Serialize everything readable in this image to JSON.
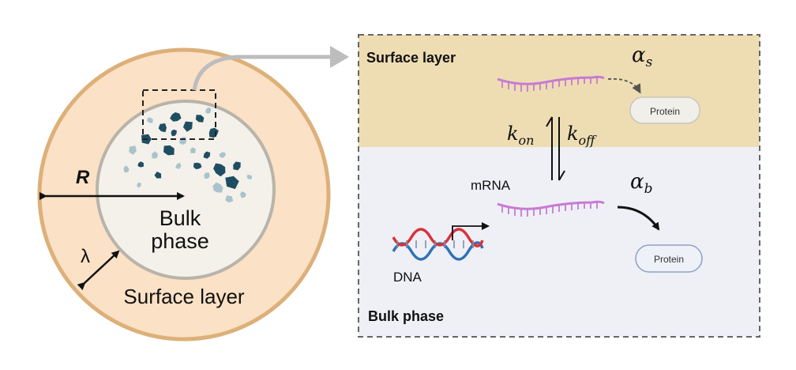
{
  "left_panel": {
    "radius_label": "R",
    "thickness_label": "λ",
    "core_label_line1": "Bulk",
    "core_label_line2": "phase",
    "shell_label": "Surface layer",
    "colors": {
      "shell_fill": "#FBE1C5",
      "shell_stroke": "#DDB07A",
      "core_fill": "#F4F1EA",
      "core_stroke": "#B8B4AA",
      "particle_dark": "#1F4E63",
      "particle_light": "#A9C3CC"
    }
  },
  "right_panel": {
    "surface_title": "Surface layer",
    "bulk_title": "Bulk phase",
    "alpha_s": {
      "symbol": "α",
      "sub": "s"
    },
    "alpha_b": {
      "symbol": "α",
      "sub": "b"
    },
    "k_on": {
      "symbol": "k",
      "sub": "on"
    },
    "k_off": {
      "symbol": "k",
      "sub": "off"
    },
    "mrna_label": "mRNA",
    "dna_label": "DNA",
    "protein_surface": "Protein",
    "protein_bulk": "Protein",
    "colors": {
      "surface_bg": "#EEDDB3",
      "bulk_bg": "#EEF0F6",
      "mrna": "#C77BD4",
      "dna_red": "#D8333C",
      "dna_blue": "#2F72B8"
    }
  }
}
